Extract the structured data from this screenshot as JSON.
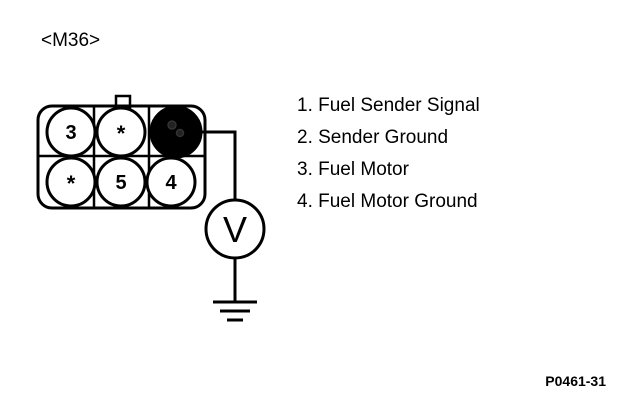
{
  "connector_id": "<M36>",
  "pins": [
    {
      "label": "3"
    },
    {
      "label": "*"
    },
    {
      "label": ""
    },
    {
      "label": "*"
    },
    {
      "label": "5"
    },
    {
      "label": "4"
    }
  ],
  "meter": {
    "label": "V"
  },
  "legend": [
    "1. Fuel Sender Signal",
    "2. Sender Ground",
    "3. Fuel Motor",
    "4. Fuel Motor Ground"
  ],
  "figure_code": "P0461-31",
  "colors": {
    "ink": "#000000",
    "background": "#ffffff"
  }
}
